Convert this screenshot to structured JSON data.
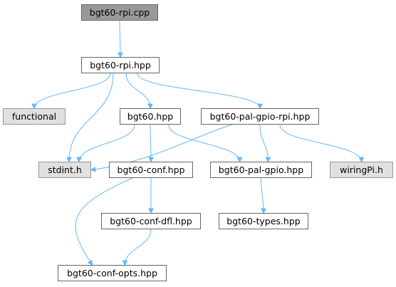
{
  "graph": {
    "edge_color": "#63b8ff",
    "root_fill": "#999999",
    "external_fill": "#e0e0e0",
    "nodes": {
      "root": "bgt60-rpi.cpp",
      "rpi_hpp": "bgt60-rpi.hpp",
      "functional": "functional",
      "bgt60_hpp": "bgt60.hpp",
      "pal_gpio_rpi": "bgt60-pal-gpio-rpi.hpp",
      "stdint": "stdint.h",
      "conf": "bgt60-conf.hpp",
      "pal_gpio": "bgt60-pal-gpio.hpp",
      "wiringpi": "wiringPi.h",
      "conf_dfl": "bgt60-conf-dfl.hpp",
      "types": "bgt60-types.hpp",
      "conf_opts": "bgt60-conf-opts.hpp"
    },
    "edges": [
      [
        "root",
        "rpi_hpp"
      ],
      [
        "rpi_hpp",
        "functional"
      ],
      [
        "rpi_hpp",
        "stdint"
      ],
      [
        "rpi_hpp",
        "bgt60_hpp"
      ],
      [
        "rpi_hpp",
        "pal_gpio_rpi"
      ],
      [
        "bgt60_hpp",
        "stdint"
      ],
      [
        "bgt60_hpp",
        "conf"
      ],
      [
        "bgt60_hpp",
        "pal_gpio"
      ],
      [
        "pal_gpio_rpi",
        "stdint"
      ],
      [
        "pal_gpio_rpi",
        "pal_gpio"
      ],
      [
        "pal_gpio_rpi",
        "wiringpi"
      ],
      [
        "conf",
        "conf_dfl"
      ],
      [
        "conf",
        "conf_opts"
      ],
      [
        "conf_dfl",
        "conf_opts"
      ],
      [
        "pal_gpio",
        "types"
      ]
    ]
  }
}
